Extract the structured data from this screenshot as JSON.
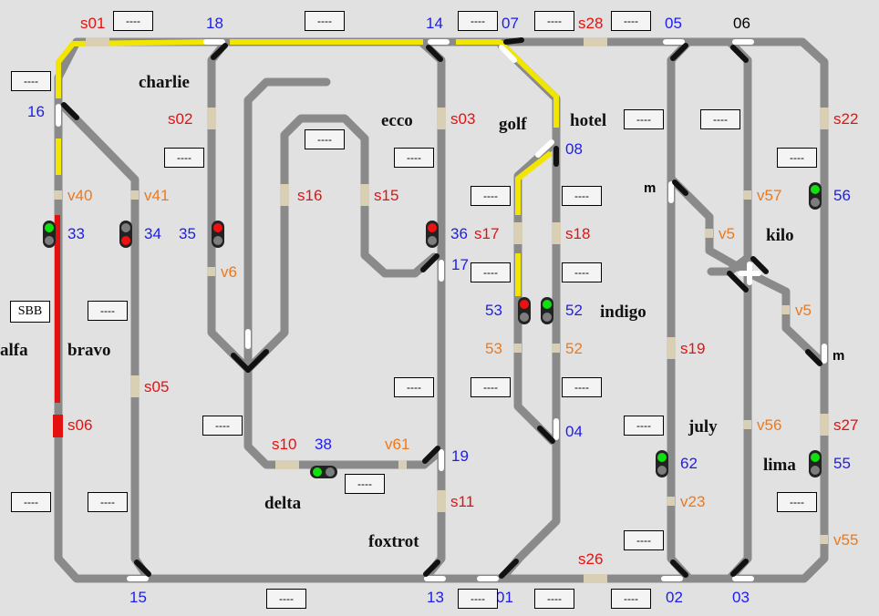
{
  "colors": {
    "background": "#e1e1e1",
    "track": "#8a8a8a",
    "occupied_route": "#f2e600",
    "blocked": "#e41010",
    "sensor": "#d9cfb4",
    "switch_tongue": "#111111",
    "switch_open": "#ffffff",
    "signal_green": "#10e010",
    "signal_red": "#f01010",
    "signal_off": "#7d7d7d",
    "turnout_label": "#1c1cf0",
    "sensor_label": "#e81010",
    "v_label": "#f07818"
  },
  "block_placeholder": "----",
  "sbb_label": "SBB",
  "station_names": [
    "alfa",
    "bravo",
    "charlie",
    "delta",
    "ecco",
    "foxtrot",
    "golf",
    "hotel",
    "indigo",
    "july",
    "kilo",
    "lima"
  ],
  "turnout_labels": [
    "01",
    "02",
    "03",
    "04",
    "05",
    "06",
    "07",
    "08",
    "13",
    "14",
    "15",
    "16",
    "17",
    "18",
    "19",
    "m",
    "m"
  ],
  "signal_labels": [
    "33",
    "34",
    "35",
    "36",
    "38",
    "52",
    "53",
    "55",
    "56",
    "62"
  ],
  "sensor_labels": [
    "s01",
    "s02",
    "s03",
    "s05",
    "s06",
    "s10",
    "s11",
    "s15",
    "s16",
    "s17",
    "s18",
    "s19",
    "s22",
    "s26",
    "s27",
    "s28"
  ],
  "v_labels": [
    "v40",
    "v41",
    "v6",
    "v61",
    "53",
    "52",
    "v5",
    "v5",
    "v57",
    "v56",
    "v23",
    "v55"
  ],
  "signals": {
    "33": {
      "top": "green",
      "bottom": "off"
    },
    "34": {
      "top": "off",
      "bottom": "red"
    },
    "35": {
      "top": "red",
      "bottom": "off"
    },
    "36": {
      "top": "red",
      "bottom": "off"
    },
    "38": {
      "left": "green",
      "right": "off"
    },
    "52": {
      "top": "green",
      "bottom": "off"
    },
    "53": {
      "top": "red",
      "bottom": "off"
    },
    "55": {
      "top": "green",
      "bottom": "off"
    },
    "56": {
      "top": "green",
      "bottom": "off"
    },
    "62": {
      "top": "green",
      "bottom": "off"
    }
  }
}
